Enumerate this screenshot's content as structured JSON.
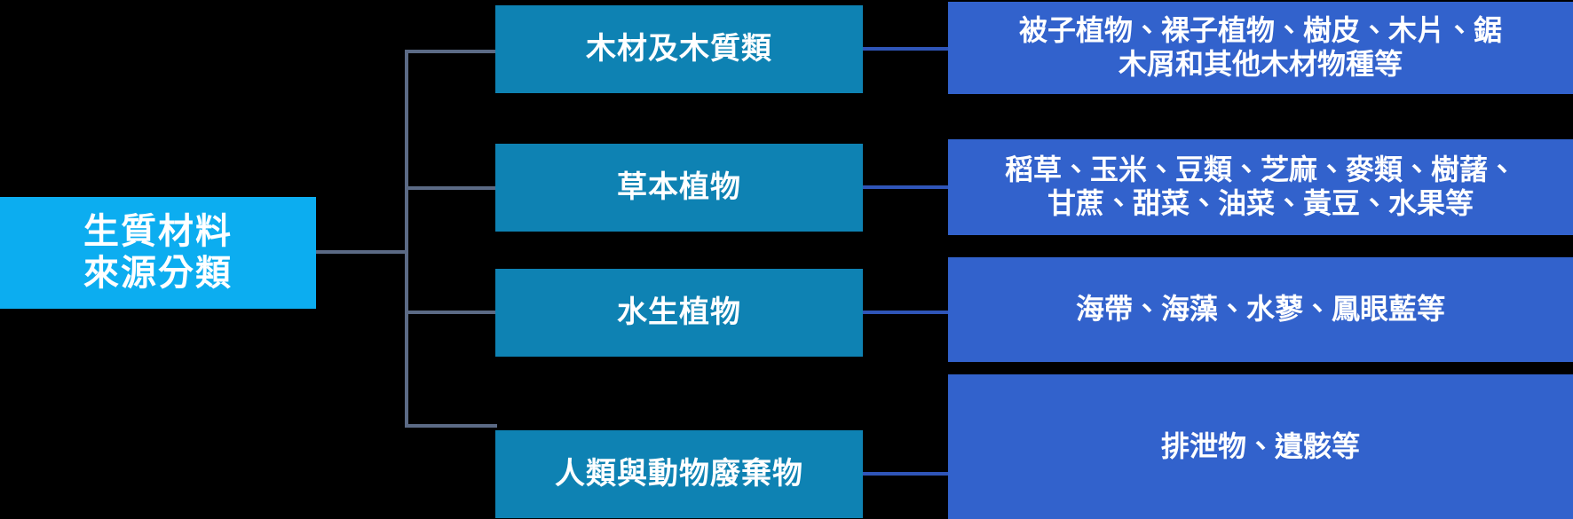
{
  "diagram": {
    "type": "tree-hierarchy",
    "title": "生質材料來源分類",
    "colors": {
      "background": "#000000",
      "root_fill": "#0cadf0",
      "category_fill": "#0e82b3",
      "detail_fill": "#3262cc",
      "connector_gray": "#5b6a85",
      "connector_blue": "#2f55b8",
      "text": "#ffffff"
    },
    "root": {
      "label": "生質材料\n來源分類"
    },
    "branches": [
      {
        "category": "木材及木質類",
        "detail": "被子植物、裸子植物、樹皮、木片、鋸\n木屑和其他木材物種等"
      },
      {
        "category": "草本植物",
        "detail": "稻草、玉米、豆類、芝麻、麥類、樹藷、\n甘蔗、甜菜、油菜、黃豆、水果等"
      },
      {
        "category": "水生植物",
        "detail": "海帶、海藻、水蓼、鳳眼藍等"
      },
      {
        "category": "人類與動物廢棄物",
        "detail": "排泄物、遺骸等"
      }
    ]
  }
}
